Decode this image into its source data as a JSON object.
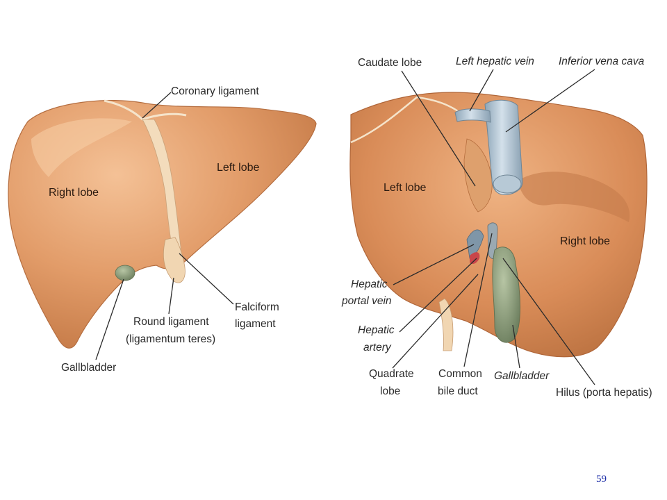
{
  "colors": {
    "liver": "#d9905e",
    "liver_light": "#f0b887",
    "liver_dark": "#b86d3f",
    "gallbladder": "#8d9f78",
    "vein_blue": "#a9bfcf",
    "ligament": "#f3dcbc",
    "page_number": "#1f2fa8"
  },
  "anterior_view": {
    "lobe_right": "Right lobe",
    "lobe_left": "Left lobe",
    "coronary_ligament": "Coronary ligament",
    "falciform_line1": "Falciform",
    "falciform_line2": "ligament",
    "round_line1": "Round ligament",
    "round_line2": "(ligamentum teres)",
    "gallbladder": "Gallbladder"
  },
  "posterior_view": {
    "caudate_lobe": "Caudate lobe",
    "left_hepatic_vein": "Left hepatic vein",
    "inferior_vena_cava": "Inferior vena cava",
    "lobe_left": "Left lobe",
    "lobe_right": "Right lobe",
    "hepatic_portal_line1": "Hepatic",
    "hepatic_portal_line2": "portal vein",
    "hepatic_artery_line1": "Hepatic",
    "hepatic_artery_line2": "artery",
    "quadrate_line1": "Quadrate",
    "quadrate_line2": "lobe",
    "common_bile_line1": "Common",
    "common_bile_line2": "bile duct",
    "gallbladder": "Gallbladder",
    "hilus": "Hilus (porta hepatis)"
  },
  "page_number": "59"
}
